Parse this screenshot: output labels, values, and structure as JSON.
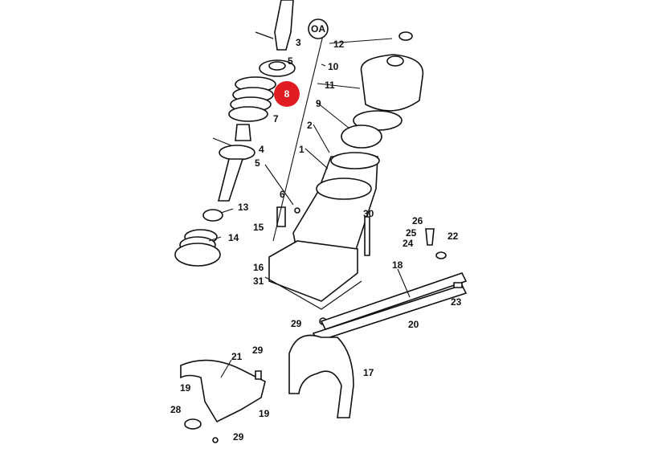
{
  "diagram": {
    "reference_badge": "OA",
    "highlight": {
      "label": "8",
      "color": "#e11b22"
    },
    "callouts": [
      "3",
      "12",
      "5",
      "10",
      "11",
      "9",
      "7",
      "2",
      "4",
      "1",
      "5",
      "6",
      "13",
      "15",
      "14",
      "30",
      "26",
      "25",
      "22",
      "24",
      "16",
      "31",
      "18",
      "23",
      "20",
      "29",
      "21",
      "29",
      "17",
      "19",
      "28",
      "19",
      "29"
    ]
  }
}
